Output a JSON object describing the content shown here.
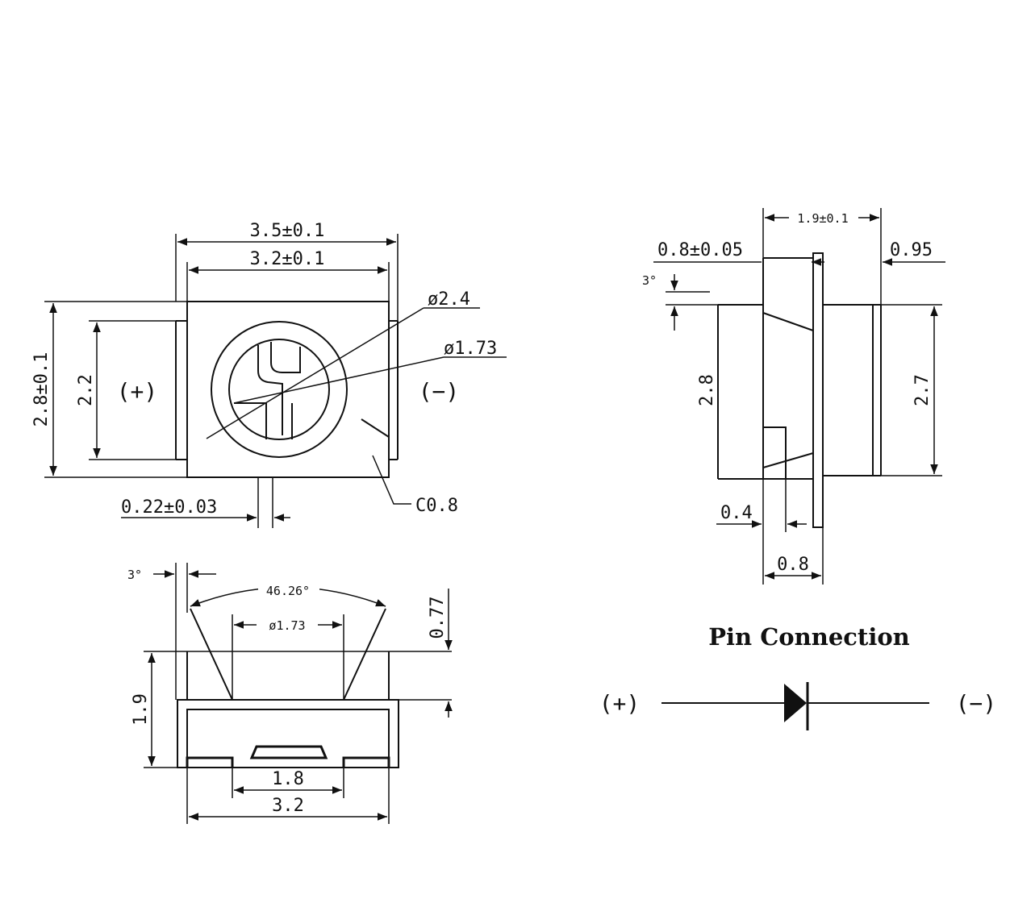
{
  "top_view": {
    "width_outer": "3.5±0.1",
    "width_inner": "3.2±0.1",
    "height": "2.8±0.1",
    "pad_height": "2.2",
    "lens_outer": "ø2.4",
    "lens_inner": "ø1.73",
    "anode": "(+)",
    "cathode": "(−)",
    "chamfer": "C0.8",
    "lead_width": "0.22±0.03"
  },
  "side_view": {
    "lens_depth": "1.9±0.1",
    "left_offset": "0.8±0.05",
    "right_offset": "0.95",
    "angle": "3°",
    "height_left": "2.8",
    "height_right": "2.7",
    "foot_small": "0.4",
    "foot_large": "0.8"
  },
  "front_view": {
    "angle": "3°",
    "view_angle": "46.26°",
    "lens_diameter": "ø1.73",
    "top_height": "0.77",
    "body_height": "1.9",
    "pad_width": "1.8",
    "body_width": "3.2"
  },
  "pin_connection": {
    "title": "Pin Connection",
    "anode": "(+)",
    "cathode": "(−)"
  }
}
